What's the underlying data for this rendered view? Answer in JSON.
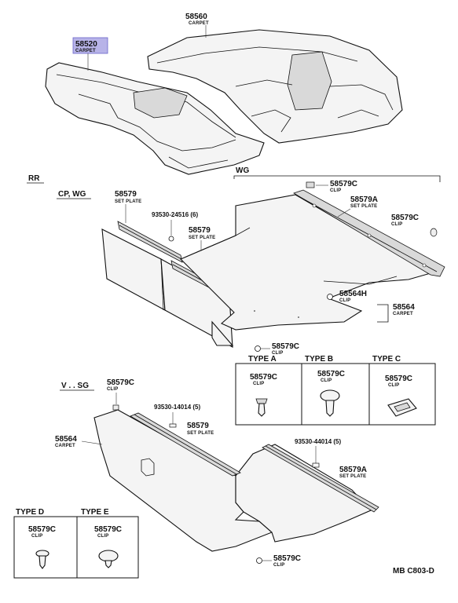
{
  "colors": {
    "highlight": "#b7b3e8",
    "line": "#111111"
  },
  "parts": {
    "p58560": {
      "num": "58560",
      "name": "CARPET"
    },
    "p58520": {
      "num": "58520",
      "name": "CARPET"
    },
    "p58579_a": {
      "num": "58579",
      "name": "SET PLATE"
    },
    "p58579_b": {
      "num": "58579",
      "name": "SET PLATE"
    },
    "p58579_c": {
      "num": "58579",
      "name": "SET PLATE"
    },
    "p58579C_top": {
      "num": "58579C",
      "name": "CLIP"
    },
    "p58579A_top": {
      "num": "58579A",
      "name": "SET PLATE"
    },
    "p58579C_right": {
      "num": "58579C",
      "name": "CLIP"
    },
    "p58564H": {
      "num": "58564H",
      "name": "CLIP"
    },
    "p58564_wg": {
      "num": "58564",
      "name": "CARPET"
    },
    "p58579C_mid": {
      "num": "58579C",
      "name": "CLIP"
    },
    "p58579C_vsg": {
      "num": "58579C",
      "name": "CLIP"
    },
    "p58564_vsg": {
      "num": "58564",
      "name": "CARPET"
    },
    "p58579A_bot": {
      "num": "58579A",
      "name": "SET PLATE"
    },
    "p58579C_bottom": {
      "num": "58579C",
      "name": "CLIP"
    }
  },
  "bolts": {
    "b1": "93530-24516 (6)",
    "b2": "93530-14014 (5)",
    "b3": "93530-44014 (5)"
  },
  "sections": {
    "rr": "RR",
    "cp_wg": "CP, WG",
    "wg": "WG",
    "v_sg": "V . . SG"
  },
  "types": {
    "a": {
      "label": "TYPE  A",
      "num": "58579C",
      "name": "CLIP"
    },
    "b": {
      "label": "TYPE  B",
      "num": "58579C",
      "name": "CLIP"
    },
    "c": {
      "label": "TYPE  C",
      "num": "58579C",
      "name": "CLIP"
    },
    "d": {
      "label": "TYPE  D",
      "num": "58579C",
      "name": "CLIP"
    },
    "e": {
      "label": "TYPE  E",
      "num": "58579C",
      "name": "CLIP"
    }
  },
  "footer": {
    "code": "MB  C803-D"
  }
}
